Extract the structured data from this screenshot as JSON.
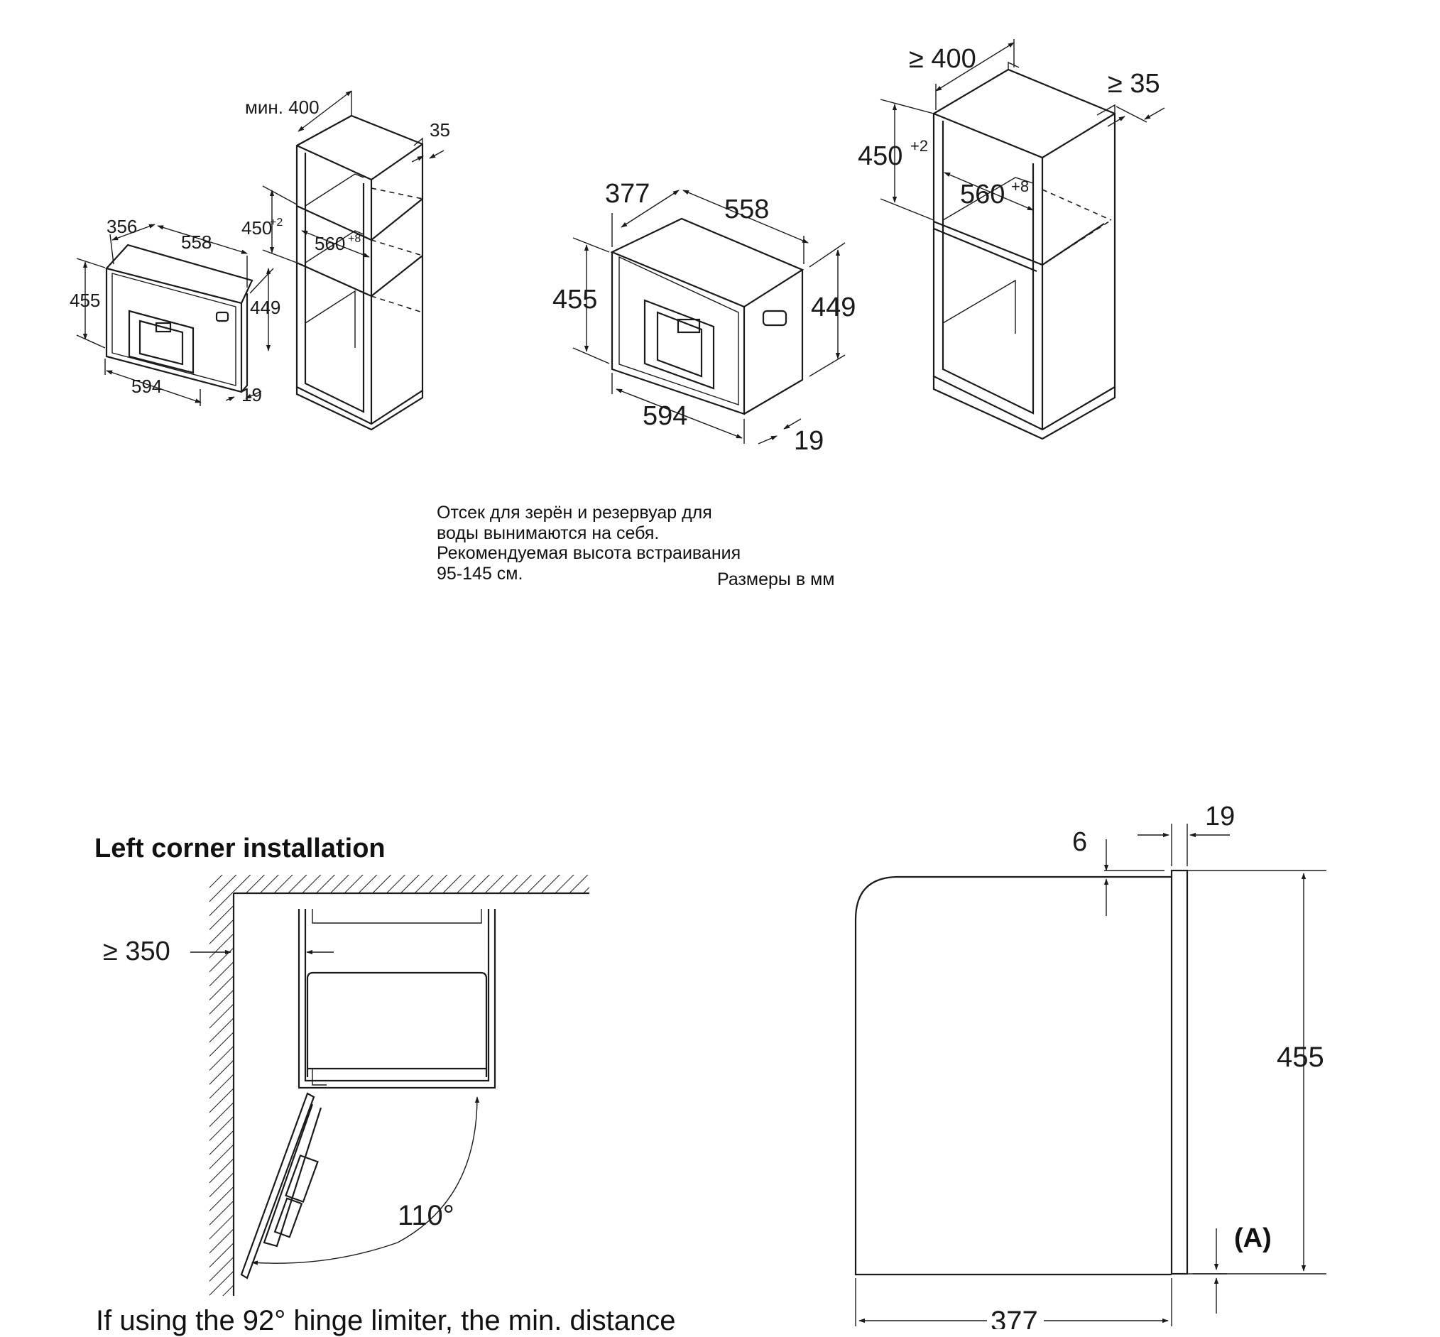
{
  "small_drawing": {
    "machine_depth": "356",
    "machine_width_top": "558",
    "machine_height": "455",
    "machine_side_height": "449",
    "machine_width_bottom": "594",
    "front_panel": "19",
    "niche_depth": "мин. 400",
    "niche_side": "35",
    "niche_height": "450",
    "niche_height_tol": "+2",
    "niche_width": "560",
    "niche_width_tol": "+8"
  },
  "large_drawing": {
    "machine_depth": "377",
    "machine_width_top": "558",
    "machine_height": "455",
    "machine_side_height": "449",
    "machine_width_bottom": "594",
    "front_panel": "19",
    "niche_depth": "≥ 400",
    "niche_side": "≥ 35",
    "niche_height": "450",
    "niche_height_tol": "+2",
    "niche_width": "560",
    "niche_width_tol": "+8"
  },
  "notes": {
    "line1": "Отсек для зерён и резервуар для",
    "line2": "воды вынимаются на себя.",
    "line3": "Рекомендуемая высота встраивания",
    "line4": "95-145 см.",
    "units": "Размеры в мм"
  },
  "corner": {
    "title": "Left corner installation",
    "wall_distance": "≥ 350",
    "door_angle": "110°",
    "hinge_note": "If using the 92° hinge limiter, the min. distance"
  },
  "side_view": {
    "top_gap": "6",
    "front_thickness": "19",
    "height": "455",
    "depth": "377",
    "label_a": "(A)"
  }
}
